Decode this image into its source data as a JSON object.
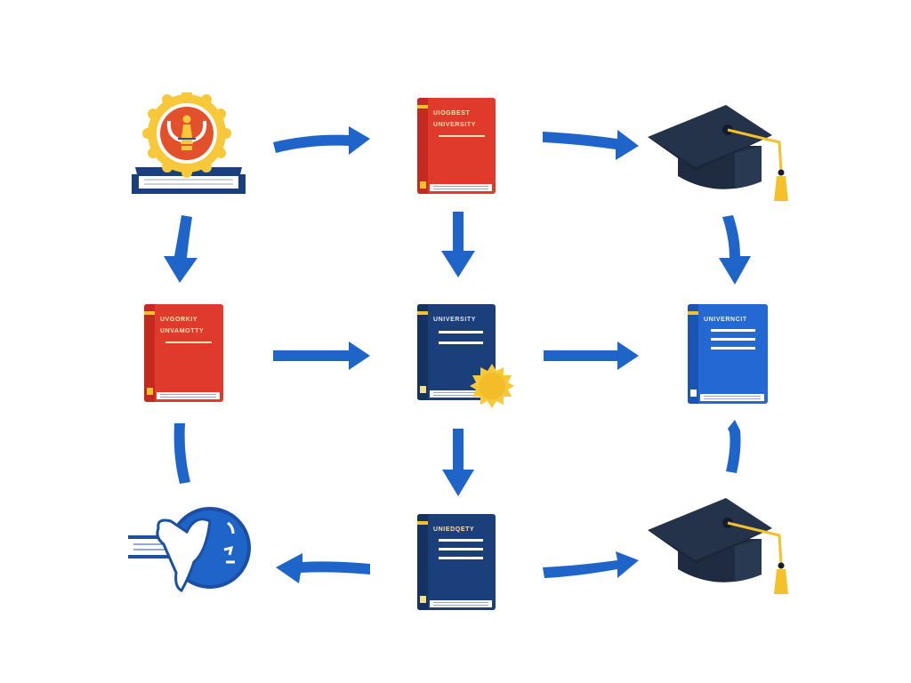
{
  "diagram": {
    "type": "flow-diagram",
    "theme": "academic progression",
    "background": "#ffffff",
    "colors": {
      "arrow": "#1f64c8",
      "red_book": "#e03a2c",
      "red_spine": "#c42a20",
      "navy_book": "#1b3f7a",
      "navy_spine": "#15325f",
      "blue_book": "#2368d3",
      "blue_spine": "#1a55b3",
      "cap": "#1f2b40",
      "tassel": "#f4c12a",
      "seal_gold": "#f7c83a",
      "seal_red": "#e2512b",
      "globe_blue": "#1f64c8"
    },
    "nodes": [
      {
        "id": "n1",
        "icon": "university-seal-on-book-icon",
        "label": ""
      },
      {
        "id": "n2",
        "icon": "red-book-icon",
        "title_line1": "UIOGBEST",
        "title_line2": "UNIVERSITY"
      },
      {
        "id": "n3",
        "icon": "graduation-cap-icon",
        "label": ""
      },
      {
        "id": "n4",
        "icon": "red-book-icon",
        "title_line1": "UVGORKIY",
        "title_line2": "UNVAMOTTY"
      },
      {
        "id": "n5",
        "icon": "navy-book-with-seal-icon",
        "title_line1": "UNIVERSITY"
      },
      {
        "id": "n6",
        "icon": "blue-book-icon",
        "title_line1": "UNIVERNCIT"
      },
      {
        "id": "n7",
        "icon": "globe-with-flying-figure-icon",
        "label": ""
      },
      {
        "id": "n8",
        "icon": "navy-book-icon",
        "title_line1": "UNIEDQETY"
      },
      {
        "id": "n9",
        "icon": "graduation-cap-icon",
        "label": ""
      }
    ],
    "edges": [
      {
        "from": "n1",
        "to": "n2",
        "direction": "right"
      },
      {
        "from": "n2",
        "to": "n3",
        "direction": "right"
      },
      {
        "from": "n1",
        "to": "n4",
        "direction": "down"
      },
      {
        "from": "n2",
        "to": "n5",
        "direction": "down"
      },
      {
        "from": "n3",
        "to": "n6",
        "direction": "down"
      },
      {
        "from": "n4",
        "to": "n5",
        "direction": "right"
      },
      {
        "from": "n5",
        "to": "n6",
        "direction": "right"
      },
      {
        "from": "n4",
        "to": "n7",
        "direction": "down",
        "arrowhead": false
      },
      {
        "from": "n5",
        "to": "n8",
        "direction": "down"
      },
      {
        "from": "n9",
        "to": "n6",
        "direction": "up"
      },
      {
        "from": "n8",
        "to": "n7",
        "direction": "left"
      },
      {
        "from": "n8",
        "to": "n9",
        "direction": "right"
      }
    ]
  }
}
